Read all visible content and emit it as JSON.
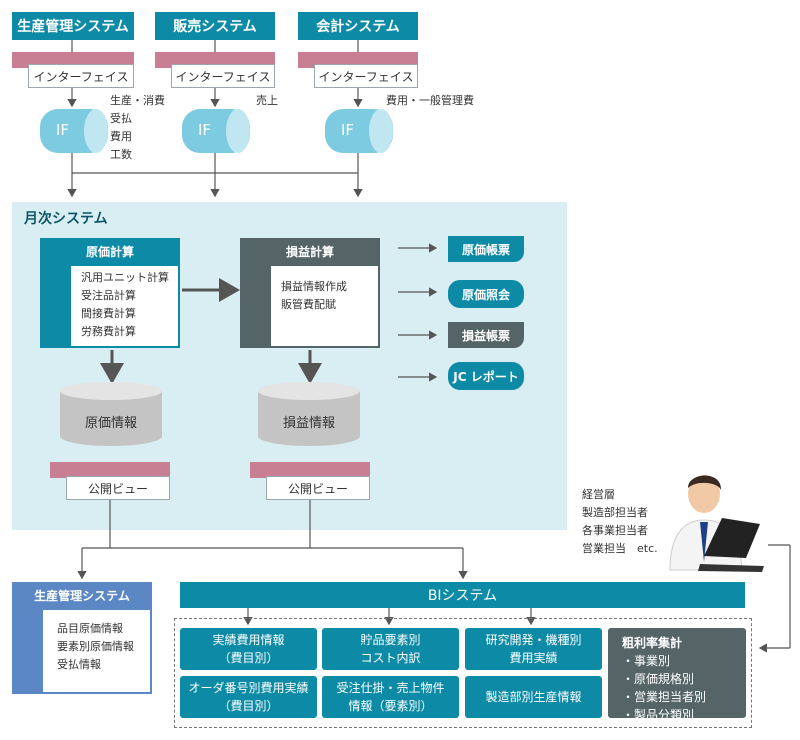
{
  "sources": [
    {
      "title": "生産管理システム",
      "interface": "インターフェイス",
      "if_label": "IF",
      "notes": [
        "生産・消費",
        "受払",
        "費用",
        "工数"
      ]
    },
    {
      "title": "販売システム",
      "interface": "インターフェイス",
      "if_label": "IF",
      "notes": [
        "売上"
      ]
    },
    {
      "title": "会計システム",
      "interface": "インターフェイス",
      "if_label": "IF",
      "notes": [
        "費用・一般管理費"
      ]
    }
  ],
  "monthly": {
    "title": "月次システム",
    "cost_calc": {
      "title": "原価計算",
      "items": [
        "汎用ユニット計算",
        "受注品計算",
        "間接費計算",
        "労務費計算"
      ]
    },
    "pl_calc": {
      "title": "損益計算",
      "items": [
        "損益情報作成",
        "販管費配賦"
      ]
    },
    "outputs": [
      "原価帳票",
      "原価照会",
      "損益帳票",
      "JC レポート"
    ],
    "cost_db": "原価情報",
    "pl_db": "損益情報",
    "public_view_1": "公開ビュー",
    "public_view_2": "公開ビュー"
  },
  "users": [
    "経営層",
    "製造部担当者",
    "各事業担当者",
    "営業担当　etc."
  ],
  "production_out": {
    "title": "生産管理システム",
    "items": [
      "品目原価情報",
      "要素別原価情報",
      "受払情報"
    ]
  },
  "bi": {
    "title": "BIシステム",
    "cells": [
      [
        "実績費用情報",
        "（費目別）"
      ],
      [
        "貯品要素別",
        "コスト内訳"
      ],
      [
        "研究開発・機種別",
        "費用実績"
      ],
      [
        "オーダ番号別費用実績",
        "（費目別）"
      ],
      [
        "受注仕掛・売上物件",
        "情報（要素別）"
      ],
      [
        "製造部別生産情報"
      ]
    ],
    "summary": {
      "title": "粗利率集計",
      "items": [
        "・事業別",
        "・原価規格別",
        "・営業担当者別",
        "・製品分類別"
      ]
    }
  },
  "colors": {
    "teal": "#0d8ba6",
    "pink": "#c97f93",
    "dark_gray": "#556567",
    "light_blue": "#d8eef3",
    "db_gray": "#c4c4c4",
    "production_blue": "#5b87c5"
  }
}
